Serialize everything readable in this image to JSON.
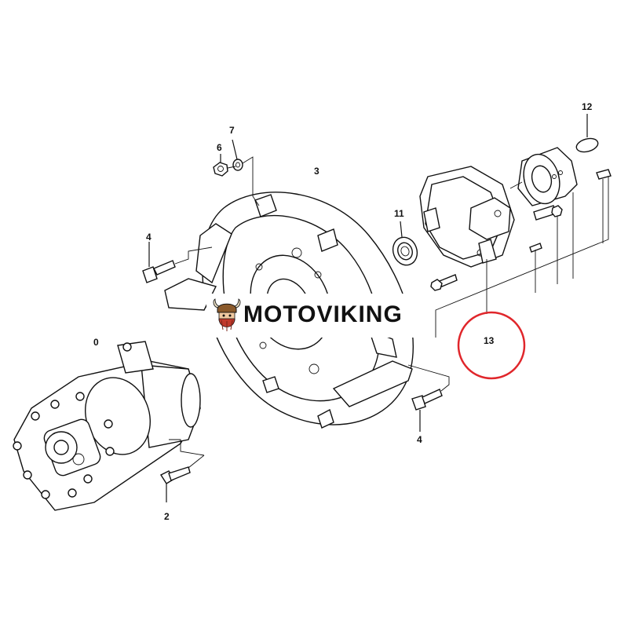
{
  "brand": {
    "name": "MOTOVIKING",
    "logo_icon": "viking-helmet-logo-icon"
  },
  "callouts": {
    "starter_motor": "0",
    "bolt_lower": "2",
    "housing": "3",
    "bolt_left": "4",
    "bolt_right": "4",
    "nut": "6",
    "washer": "7",
    "oil_seal": "11",
    "pin": "12",
    "coupling_assembly": "13"
  },
  "highlight": {
    "target": "13",
    "color": "#e0262b"
  },
  "colors": {
    "line": "#111111",
    "background": "#ffffff",
    "logo_red": "#c0392b",
    "logo_brown": "#8b5a2b"
  }
}
